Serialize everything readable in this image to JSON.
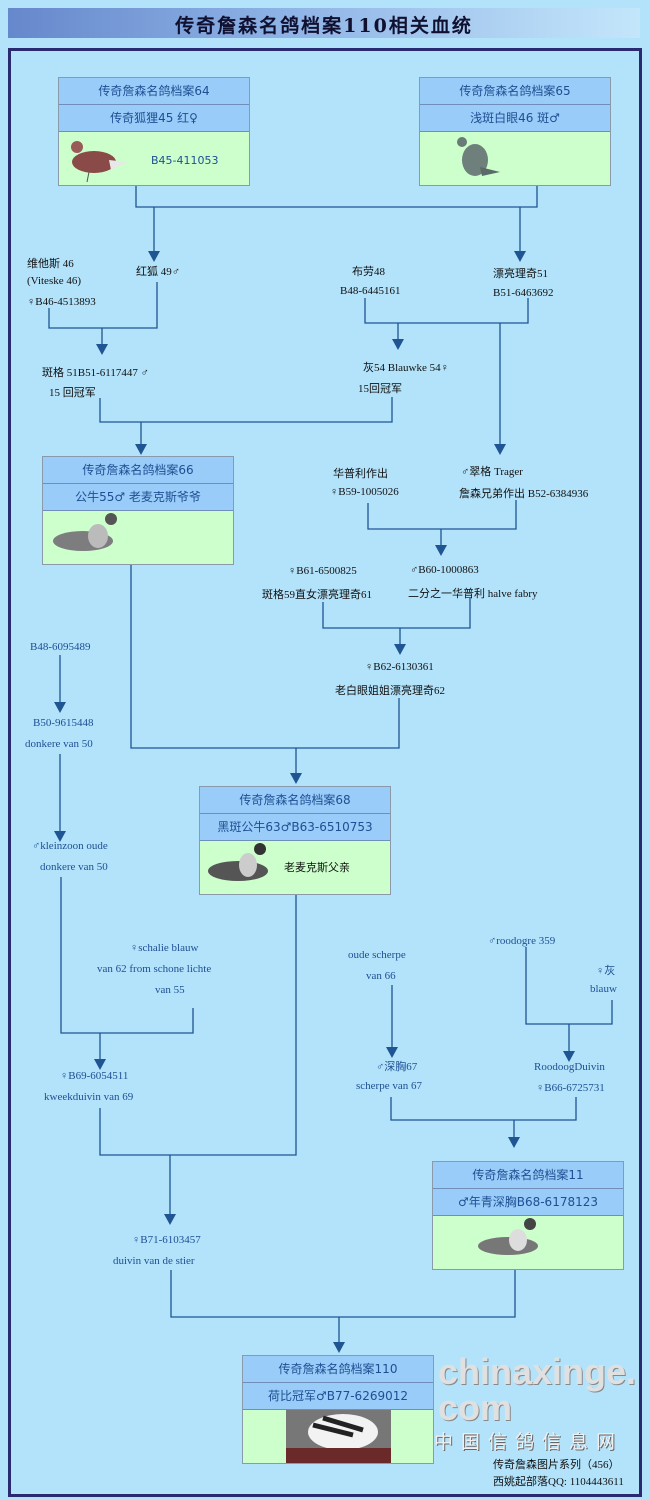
{
  "title": "传奇詹森名鸽档案110相关血统",
  "colors": {
    "background": "#b3e3fb",
    "box_header": "#99ccf8",
    "box_body": "#ccffcc",
    "line": "#1f5592",
    "frame": "#2a2a70"
  },
  "boxes": {
    "b64": {
      "title": "传奇詹森名鸽档案64",
      "name": "传奇狐狸45 红♀",
      "note": "B45-411053"
    },
    "b65": {
      "title": "传奇詹森名鸽档案65",
      "name": "浅斑白眼46 斑♂"
    },
    "b66": {
      "title": "传奇詹森名鸽档案66",
      "name": "公牛55♂  老麦克斯爷爷"
    },
    "b68": {
      "title": "传奇詹森名鸽档案68",
      "name": "黑斑公牛63♂B63-6510753",
      "note": "老麦克斯父亲"
    },
    "b11": {
      "title": "传奇詹森名鸽档案11",
      "name": "♂年青深胸B68-6178123"
    },
    "b110": {
      "title": "传奇詹森名鸽档案110",
      "name": "荷比冠军♂B77-6269012"
    }
  },
  "labels": {
    "viteske1": "维他斯 46",
    "viteske2": "(Viteske 46)",
    "viteske3": "♀B46-4513893",
    "honghu": "红狐 49♂",
    "bulao1": "布劳48",
    "bulao2": "B48-6445161",
    "piaoliang1": "漂亮理奇51",
    "piaoliang2": "B51-6463692",
    "bange1": "斑格 51B51-6117447 ♂",
    "bange2": "15 回冠军",
    "hui1": "灰54 Blauwke 54♀",
    "hui2": "15回冠军",
    "huapuli1": "华普利作出",
    "huapuli2": "♀B59-1005026",
    "cuige1": "♂翠格 Trager",
    "cuige2": "詹森兄弟作出 B52-6384936",
    "b61_1": "♀B61-6500825",
    "b61_2": "斑格59直女漂亮理奇61",
    "b60_1": "♂B60-1000863",
    "b60_2": "二分之一华普利 halve fabry",
    "b62_1": "♀B62-6130361",
    "b62_2": "老白眼姐姐漂亮理奇62",
    "b48": "B48-6095489",
    "b50_1": "B50-9615448",
    "b50_2": "donkere van 50",
    "klein1": "♂kleinzoon  oude",
    "klein2": "donkere van 50",
    "schalie1": "♀schalie blauw",
    "schalie2": "van 62 from schone lichte",
    "schalie3": "van 55",
    "b69_1": "♀B69-6054511",
    "b69_2": "kweekduivin van 69",
    "oude1": "oude scherpe",
    "oude2": "van 66",
    "diep1": "♂深胸67",
    "diep2": "scherpe van 67",
    "rood1": "♂roodogre 359",
    "hui3": "♀灰",
    "hui4": "blauw",
    "roodoog1": "RoodoogDuivin",
    "roodoog2": "♀B66-6725731",
    "b71_1": "♀B71-6103457",
    "b71_2": "duivin van de stier"
  },
  "watermark": {
    "site": "chinaxinge.com",
    "cn": "中国信鸽信息网",
    "series": "传奇詹森图片系列（456）",
    "qq": "西姚起部落QQ: 1104443611"
  }
}
